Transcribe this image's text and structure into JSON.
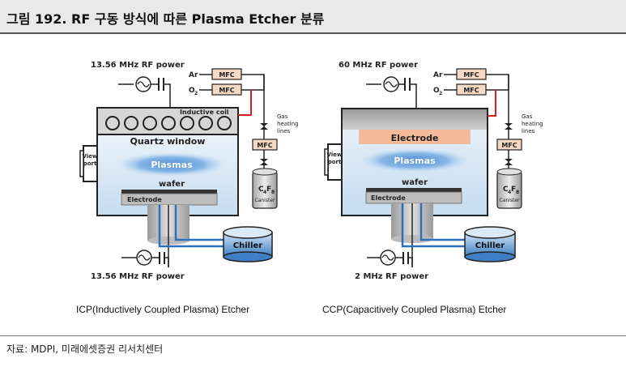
{
  "title": "그림 192. RF 구동 방식에 따른 Plasma Etcher 분류",
  "source": "자료: MDPI, 미래에셋증권 리서치센터",
  "icp": {
    "rf_top": "13.56 MHz RF power",
    "rf_bottom": "13.56 MHz RF power",
    "gas_ar": "Ar",
    "gas_o2": "O",
    "o2_sub": "2",
    "mfc": "MFC",
    "coil": "Inductive coil",
    "gas_heating": [
      "Gas",
      "heating",
      "lines"
    ],
    "window": "Quartz window",
    "plasma": "Plasmas",
    "wafer": "wafer",
    "electrode": "Electrode",
    "view": [
      "View",
      "port"
    ],
    "chiller": "Chiller",
    "canister_main": "C",
    "canister_sub1": "4",
    "canister_f": "F",
    "canister_sub2": "8",
    "canister": "Canister",
    "caption": "ICP(Inductively Coupled Plasma) Etcher"
  },
  "ccp": {
    "rf_top": "60 MHz RF power",
    "rf_bottom": "2 MHz RF power",
    "gas_ar": "Ar",
    "gas_o2": "O",
    "o2_sub": "2",
    "mfc": "MFC",
    "gas_heating": [
      "Gas",
      "heating",
      "lines"
    ],
    "electrode_top": "Electrode",
    "plasma": "Plasmas",
    "wafer": "wafer",
    "electrode": "Electrode",
    "view": [
      "View",
      "port"
    ],
    "chiller": "Chiller",
    "canister_main": "C",
    "canister_sub1": "4",
    "canister_f": "F",
    "canister_sub2": "8",
    "canister": "Canister",
    "caption": "CCP(Capacitively Coupled Plasma) Etcher"
  },
  "colors": {
    "chamber": "#cfe3f3",
    "plasma": "#6fa3d9",
    "gas_line": "#d61f1f",
    "cool_line": "#2e6fba",
    "mfc_fill": "#f6d9c4",
    "top_electrode": "#f4b999"
  }
}
